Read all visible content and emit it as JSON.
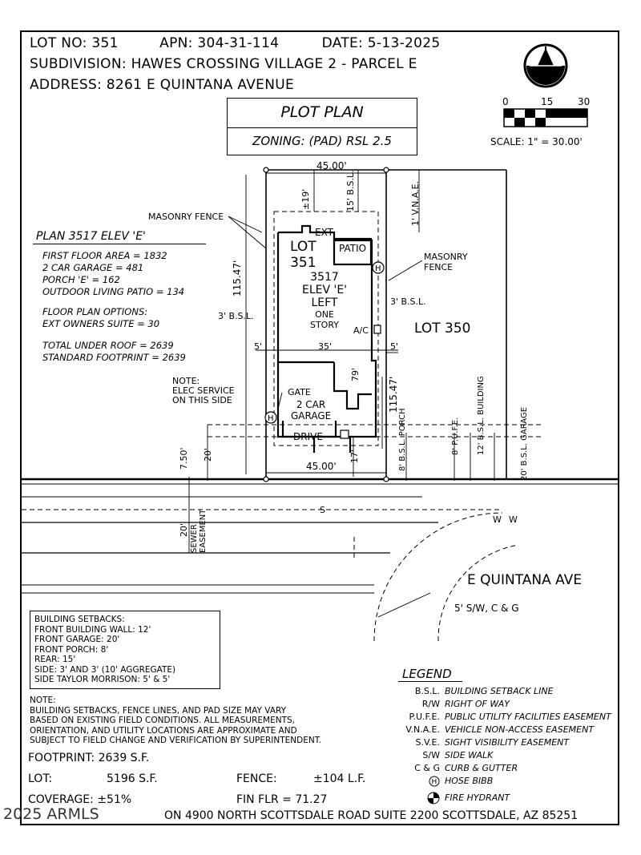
{
  "header": {
    "lot_no": "LOT NO: 351",
    "apn": "APN: 304-31-114",
    "date": "DATE: 5-13-2025",
    "subdivision": "SUBDIVISION: HAWES CROSSING VILLAGE 2 - PARCEL E",
    "address": "ADDRESS: 8261 E QUINTANA AVENUE"
  },
  "title_box": {
    "title": "PLOT PLAN",
    "zoning": "ZONING: (PAD) RSL 2.5"
  },
  "scale": {
    "ticks": [
      "0",
      "15",
      "30"
    ],
    "label": "SCALE: 1\" = 30.00'"
  },
  "plan_info": {
    "title": "PLAN 3517 ELEV 'E'",
    "lines_a": [
      "FIRST FLOOR AREA = 1832",
      "2 CAR GARAGE = 481",
      "PORCH 'E' = 162",
      "OUTDOOR LIVING PATIO = 134"
    ],
    "lines_b": [
      "FLOOR PLAN OPTIONS:",
      "EXT OWNERS SUITE = 30"
    ],
    "lines_c": [
      "TOTAL UNDER ROOF = 2639",
      "STANDARD FOOTPRINT = 2639"
    ]
  },
  "drawing": {
    "dim_top": "45.00'",
    "dim_bottom": "45.00'",
    "dim_left_depth": "115.47'",
    "dim_right_depth": "115.47'",
    "dim_19": "±19'",
    "dim_15_bsl": "15' B.S.L.",
    "vnae": "1' V.N.A.E.",
    "masonry_fence_left": "MASONRY FENCE",
    "masonry_fence_right": "MASONRY FENCE",
    "ext": "EXT",
    "patio": "PATIO",
    "lot_351": [
      "LOT",
      "351"
    ],
    "house_label": [
      "3517",
      "ELEV 'E'",
      "LEFT",
      "ONE",
      "STORY"
    ],
    "ac": "A/C",
    "bsl3_left": "3' B.S.L.",
    "bsl3_right": "3' B.S.L.",
    "lot_350": "LOT 350",
    "dim_5_left": "5'",
    "dim_35": "35'",
    "dim_5_right": "5'",
    "dim_79": "79'",
    "note_elec": [
      "NOTE:",
      "ELEC SERVICE",
      "ON THIS SIDE"
    ],
    "gate": "GATE",
    "garage": [
      "2 CAR",
      "GARAGE"
    ],
    "drive": "DRIVE",
    "dim_17": "17'",
    "dim_20": "20'",
    "dim_750": "7.50'",
    "porch_bsl": "8' B.S.L. PORCH",
    "pufe": "8' P.U.F.E.",
    "building_bsl": "12' B.S.L. BUILDING",
    "garage_bsl": "20' B.S.L. GARAGE",
    "sewer_dim": "20'",
    "sewer_easement": "SEWER EASEMENT",
    "street_name": "E QUINTANA AVE",
    "sidewalk": "5' S/W, C & G",
    "hose_symbol": "H",
    "sewer_symbol": "S",
    "water_symbol": "W"
  },
  "setbacks": {
    "title": "BUILDING SETBACKS:",
    "lines": [
      "FRONT BUILDING WALL: 12'",
      "FRONT GARAGE: 20'",
      "FRONT PORCH: 8'",
      "REAR: 15'",
      "SIDE: 3' AND 3' (10' AGGREGATE)",
      "SIDE TAYLOR MORRISON: 5' & 5'"
    ]
  },
  "note": {
    "title": "NOTE:",
    "lines": [
      "BUILDING SETBACKS, FENCE LINES, AND PAD SIZE MAY VARY",
      "BASED ON EXISTING FIELD CONDITIONS.  ALL MEASUREMENTS,",
      "ORIENTATION, AND UTILITY LOCATIONS ARE APPROXIMATE AND",
      "SUBJECT TO FIELD CHANGE AND VERIFICATION BY SUPERINTENDENT."
    ]
  },
  "legend": {
    "title": "LEGEND",
    "items": [
      {
        "abbr": "B.S.L.",
        "desc": "BUILDING SETBACK LINE"
      },
      {
        "abbr": "R/W",
        "desc": "RIGHT OF WAY"
      },
      {
        "abbr": "P.U.F.E.",
        "desc": "PUBLIC UTILITY FACILITIES EASEMENT"
      },
      {
        "abbr": "V.N.A.E.",
        "desc": "VEHICLE NON-ACCESS EASEMENT"
      },
      {
        "abbr": "S.V.E.",
        "desc": "SIGHT VISIBILITY EASEMENT"
      },
      {
        "abbr": "S/W",
        "desc": "SIDE WALK"
      },
      {
        "abbr": "C & G",
        "desc": "CURB & GUTTER"
      }
    ],
    "hose_bibb": "HOSE BIBB",
    "fire_hydrant": "FIRE HYDRANT"
  },
  "stats": {
    "footprint": "FOOTPRINT: 2639 S.F.",
    "lot_label": "LOT:",
    "lot_value": "5196 S.F.",
    "fence_label": "FENCE:",
    "fence_value": "±104 L.F.",
    "coverage": "COVERAGE: ±51%",
    "fin_flr": "FIN FLR = 71.27"
  },
  "footer": {
    "watermark": "2025 ARMLS",
    "address": "ON 4900 NORTH SCOTTSDALE ROAD SUITE 2200 SCOTTSDALE, AZ  85251"
  },
  "colors": {
    "ink": "#000000",
    "paper": "#ffffff"
  }
}
